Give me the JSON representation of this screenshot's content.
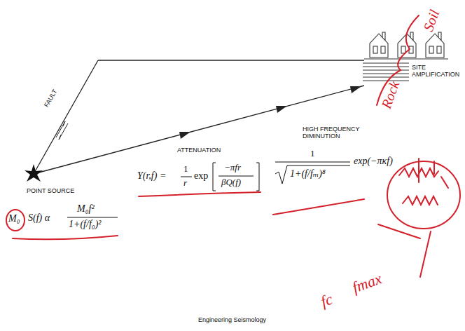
{
  "diagram": {
    "caption": "Engineering Seismology",
    "labels": [
      "FAULT",
      "POINT SOURCE",
      "ATTENUATION",
      "HIGH FREQUENCY DIMINUTION",
      "SITE AMPLIFICATION",
      "M₀",
      "S(f) α",
      "M₀f²",
      "1+(f/f₀)²",
      "Y(r,f) =",
      "1",
      "r",
      "exp",
      "−πfr",
      "βQ(f)",
      "1",
      "1+(f/fₘ)⁸",
      "exp(−πκf)",
      "Soil",
      "Rock",
      "fc",
      "fmax"
    ]
  }
}
